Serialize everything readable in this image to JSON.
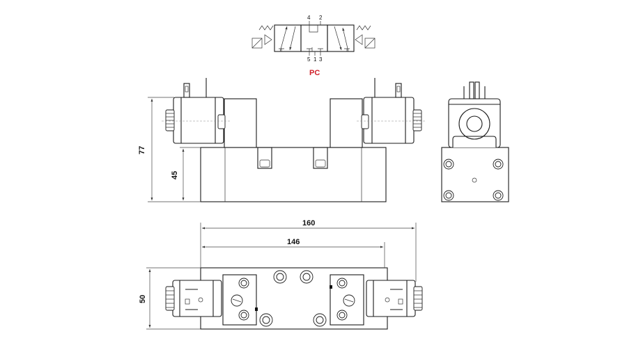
{
  "symbol": {
    "label": "PC",
    "label_color": "#d0202a",
    "ports_top": [
      "4",
      "2"
    ],
    "ports_bottom": [
      "5",
      "1",
      "3"
    ]
  },
  "dimensions": {
    "overall_height": "77",
    "body_height": "45",
    "overall_length": "160",
    "body_length": "146",
    "width": "50"
  }
}
